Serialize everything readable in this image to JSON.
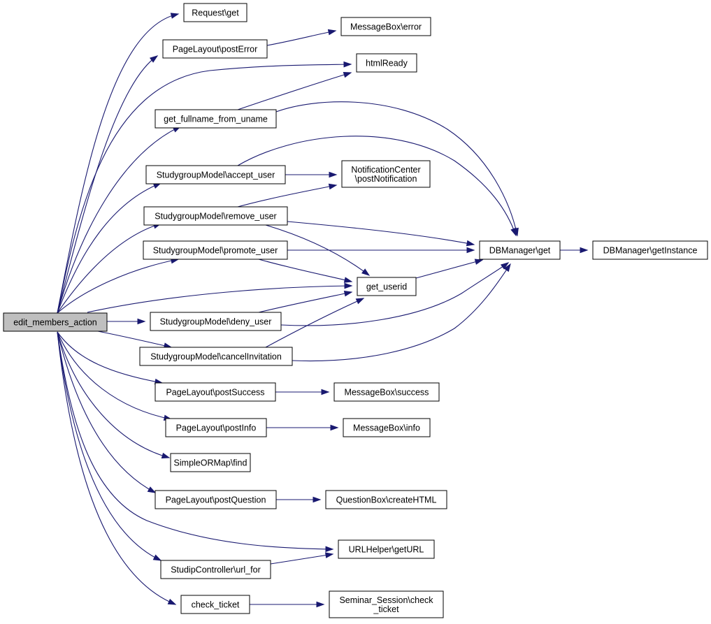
{
  "graph": {
    "root": "edit_members_action",
    "nodes": [
      {
        "id": "root",
        "lines": [
          "edit_members_action"
        ],
        "highlighted": true
      },
      {
        "id": "request_get",
        "lines": [
          "Request\\get"
        ]
      },
      {
        "id": "pl_error",
        "lines": [
          "PageLayout\\postError"
        ]
      },
      {
        "id": "mb_error",
        "lines": [
          "MessageBox\\error"
        ]
      },
      {
        "id": "htmlready",
        "lines": [
          "htmlReady"
        ]
      },
      {
        "id": "fullname",
        "lines": [
          "get_fullname_from_uname"
        ]
      },
      {
        "id": "accept",
        "lines": [
          "StudygroupModel\\accept_user"
        ]
      },
      {
        "id": "notif",
        "lines": [
          "NotificationCenter",
          "\\postNotification"
        ]
      },
      {
        "id": "remove",
        "lines": [
          "StudygroupModel\\remove_user"
        ]
      },
      {
        "id": "promote",
        "lines": [
          "StudygroupModel\\promote_user"
        ]
      },
      {
        "id": "dbget",
        "lines": [
          "DBManager\\get"
        ]
      },
      {
        "id": "dbinst",
        "lines": [
          "DBManager\\getInstance"
        ]
      },
      {
        "id": "userid",
        "lines": [
          "get_userid"
        ]
      },
      {
        "id": "deny",
        "lines": [
          "StudygroupModel\\deny_user"
        ]
      },
      {
        "id": "cancel",
        "lines": [
          "StudygroupModel\\cancelInvitation"
        ]
      },
      {
        "id": "pl_success",
        "lines": [
          "PageLayout\\postSuccess"
        ]
      },
      {
        "id": "mb_success",
        "lines": [
          "MessageBox\\success"
        ]
      },
      {
        "id": "pl_info",
        "lines": [
          "PageLayout\\postInfo"
        ]
      },
      {
        "id": "mb_info",
        "lines": [
          "MessageBox\\info"
        ]
      },
      {
        "id": "orm_find",
        "lines": [
          "SimpleORMap\\find"
        ]
      },
      {
        "id": "pl_question",
        "lines": [
          "PageLayout\\postQuestion"
        ]
      },
      {
        "id": "qb_html",
        "lines": [
          "QuestionBox\\createHTML"
        ]
      },
      {
        "id": "urlhelper",
        "lines": [
          "URLHelper\\getURL"
        ]
      },
      {
        "id": "urlfor",
        "lines": [
          "StudipController\\url_for"
        ]
      },
      {
        "id": "check_ticket",
        "lines": [
          "check_ticket"
        ]
      },
      {
        "id": "sess_ticket",
        "lines": [
          "Seminar_Session\\check",
          "_ticket"
        ]
      }
    ],
    "edges": [
      {
        "from": "root",
        "to": "request_get"
      },
      {
        "from": "root",
        "to": "pl_error"
      },
      {
        "from": "root",
        "to": "htmlready"
      },
      {
        "from": "root",
        "to": "fullname"
      },
      {
        "from": "root",
        "to": "accept"
      },
      {
        "from": "root",
        "to": "remove"
      },
      {
        "from": "root",
        "to": "promote"
      },
      {
        "from": "root",
        "to": "userid"
      },
      {
        "from": "root",
        "to": "deny"
      },
      {
        "from": "root",
        "to": "cancel"
      },
      {
        "from": "root",
        "to": "pl_success"
      },
      {
        "from": "root",
        "to": "pl_info"
      },
      {
        "from": "root",
        "to": "orm_find"
      },
      {
        "from": "root",
        "to": "pl_question"
      },
      {
        "from": "root",
        "to": "urlhelper"
      },
      {
        "from": "root",
        "to": "urlfor"
      },
      {
        "from": "root",
        "to": "check_ticket"
      },
      {
        "from": "pl_error",
        "to": "mb_error"
      },
      {
        "from": "fullname",
        "to": "htmlready"
      },
      {
        "from": "fullname",
        "to": "dbget"
      },
      {
        "from": "accept",
        "to": "notif"
      },
      {
        "from": "accept",
        "to": "dbget"
      },
      {
        "from": "remove",
        "to": "notif"
      },
      {
        "from": "remove",
        "to": "dbget"
      },
      {
        "from": "remove",
        "to": "userid"
      },
      {
        "from": "promote",
        "to": "dbget"
      },
      {
        "from": "promote",
        "to": "userid"
      },
      {
        "from": "dbget",
        "to": "dbinst"
      },
      {
        "from": "userid",
        "to": "dbget"
      },
      {
        "from": "deny",
        "to": "userid"
      },
      {
        "from": "deny",
        "to": "dbget"
      },
      {
        "from": "cancel",
        "to": "userid"
      },
      {
        "from": "cancel",
        "to": "dbget"
      },
      {
        "from": "pl_success",
        "to": "mb_success"
      },
      {
        "from": "pl_info",
        "to": "mb_info"
      },
      {
        "from": "pl_question",
        "to": "qb_html"
      },
      {
        "from": "urlfor",
        "to": "urlhelper"
      },
      {
        "from": "check_ticket",
        "to": "sess_ticket"
      }
    ]
  }
}
